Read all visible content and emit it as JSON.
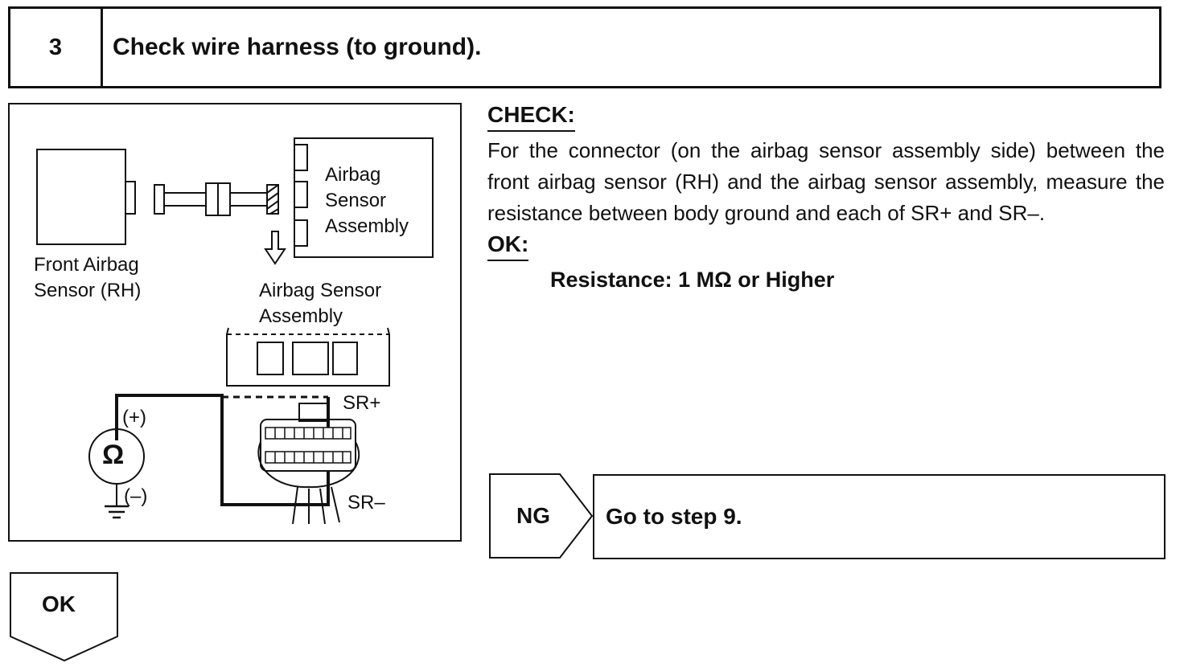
{
  "step": {
    "number": "3",
    "title": "Check wire harness (to ground)."
  },
  "diagram": {
    "labels": {
      "front_sensor": "Front Airbag\nSensor (RH)",
      "sensor_assembly_top": "Airbag\nSensor\nAssembly",
      "sensor_assembly_bottom": "Airbag Sensor\nAssembly",
      "plus": "(+)",
      "minus": "(–)",
      "ohm": "Ω",
      "sr_plus": "SR+",
      "sr_minus": "SR–"
    }
  },
  "check": {
    "heading": "CHECK:",
    "text": "For the connector (on the airbag sensor assembly side) between the front airbag sensor (RH) and the airbag sensor assembly, measure the resistance between body ground and each of SR+ and SR–."
  },
  "ok_section": {
    "heading": "OK:",
    "spec": "Resistance: 1 MΩ or Higher"
  },
  "ng_result": {
    "label": "NG",
    "action": "Go to step 9."
  },
  "ok_result": {
    "label": "OK"
  }
}
